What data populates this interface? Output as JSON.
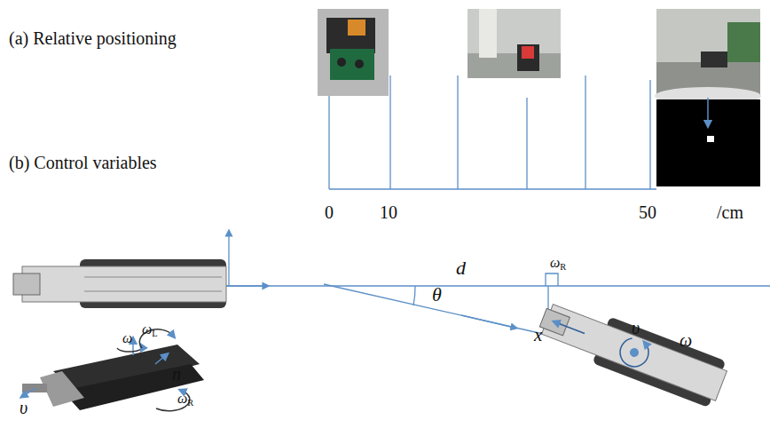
{
  "diagram": {
    "labels": [
      "(a) Relative positioning",
      "(b) Control variables",
      "0",
      "10",
      "50",
      "/cm",
      "d",
      "θ",
      "ωR",
      "x",
      "υ",
      "ω",
      "ω",
      "ωL",
      "n",
      "υ",
      "ωR"
    ]
  }
}
